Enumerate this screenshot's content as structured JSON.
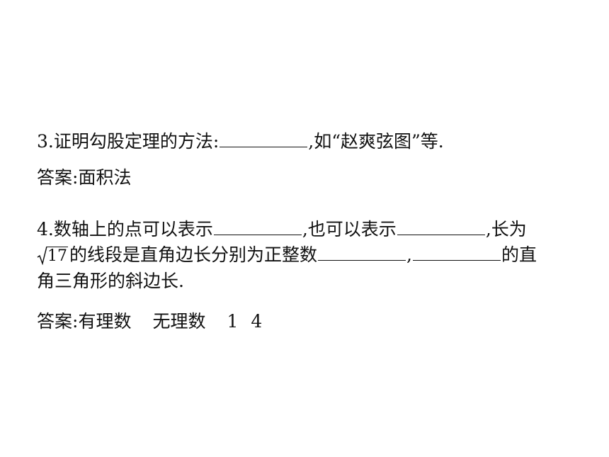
{
  "q3": {
    "text_before_blank": "3.证明勾股定理的方法:",
    "text_after_blank": ",如“赵爽弦图”等."
  },
  "a3": {
    "label": "答案:",
    "value": "面积法"
  },
  "q4": {
    "line1_part1": "4.数轴上的点可以表示",
    "line1_part2": ",也可以表示",
    "line1_part3": ",长为",
    "sqrt_radicand": "17",
    "line2_part1": "的线段是直角边长分别为正整数",
    "line2_comma": ",",
    "line2_part2": "的直",
    "line3": "角三角形的斜边长."
  },
  "a4": {
    "label": "答案:",
    "answers": [
      "有理数",
      "无理数",
      "1",
      "4"
    ]
  }
}
